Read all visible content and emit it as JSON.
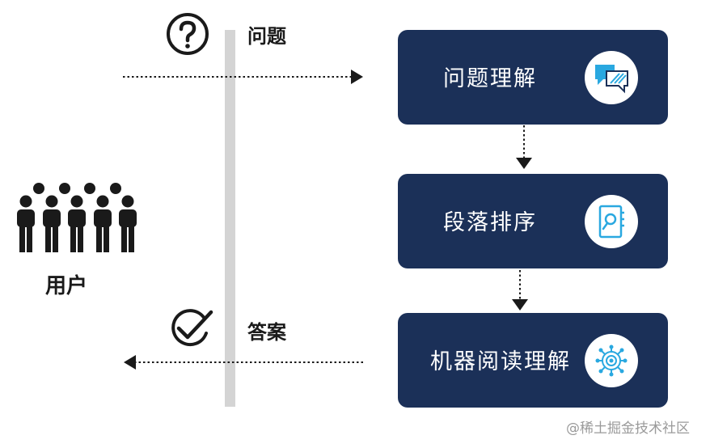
{
  "question_label": "问题",
  "answer_label": "答案",
  "user_label": "用户",
  "steps": [
    {
      "label": "问题理解",
      "icon": "chat-bubbles-icon"
    },
    {
      "label": "段落排序",
      "icon": "document-search-icon"
    },
    {
      "label": "机器阅读理解",
      "icon": "network-gear-icon"
    }
  ],
  "watermark": "@稀土掘金技术社区",
  "colors": {
    "card": "#1b3058",
    "accent": "#29a8e0",
    "divider": "#d4d4d4",
    "text": "#1a1a1a"
  }
}
